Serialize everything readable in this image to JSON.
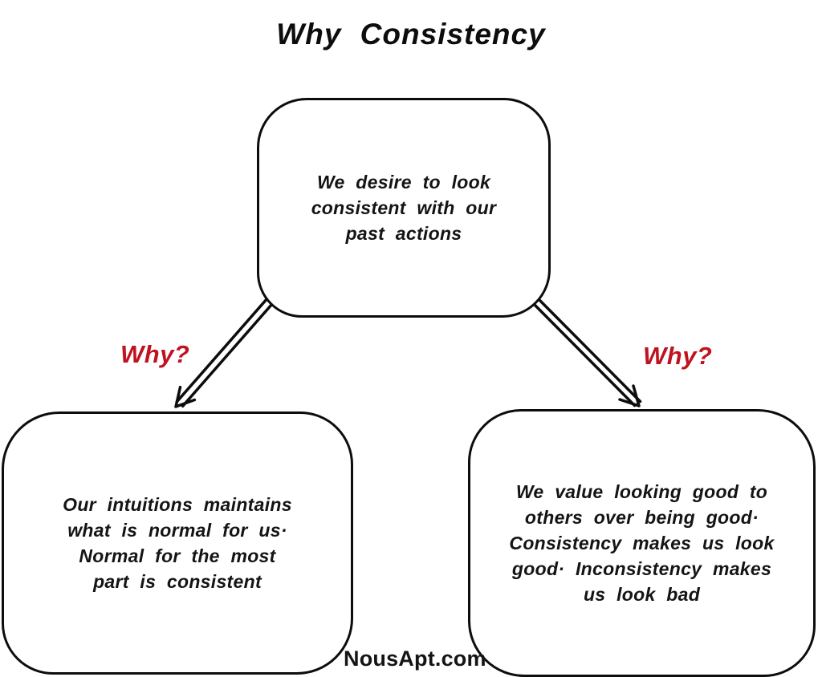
{
  "title": "Why Consistency",
  "diagram": {
    "nodes": {
      "top": {
        "text": "We desire to look\nconsistent with our\npast actions"
      },
      "left": {
        "text": "Our intuitions maintains\nwhat is normal for us·\nNormal for the most\npart is consistent"
      },
      "right": {
        "text": "We value looking good to\nothers over being good·\nConsistency makes us look\ngood· Inconsistency makes\nus look bad"
      }
    },
    "edges": {
      "left": {
        "label": "Why?",
        "from": "top",
        "to": "left"
      },
      "right": {
        "label": "Why?",
        "from": "top",
        "to": "right"
      }
    }
  },
  "watermark": "NousApt.com",
  "colors": {
    "stroke": "#0d0d0d",
    "accent_red": "#c11220",
    "background": "#ffffff"
  }
}
